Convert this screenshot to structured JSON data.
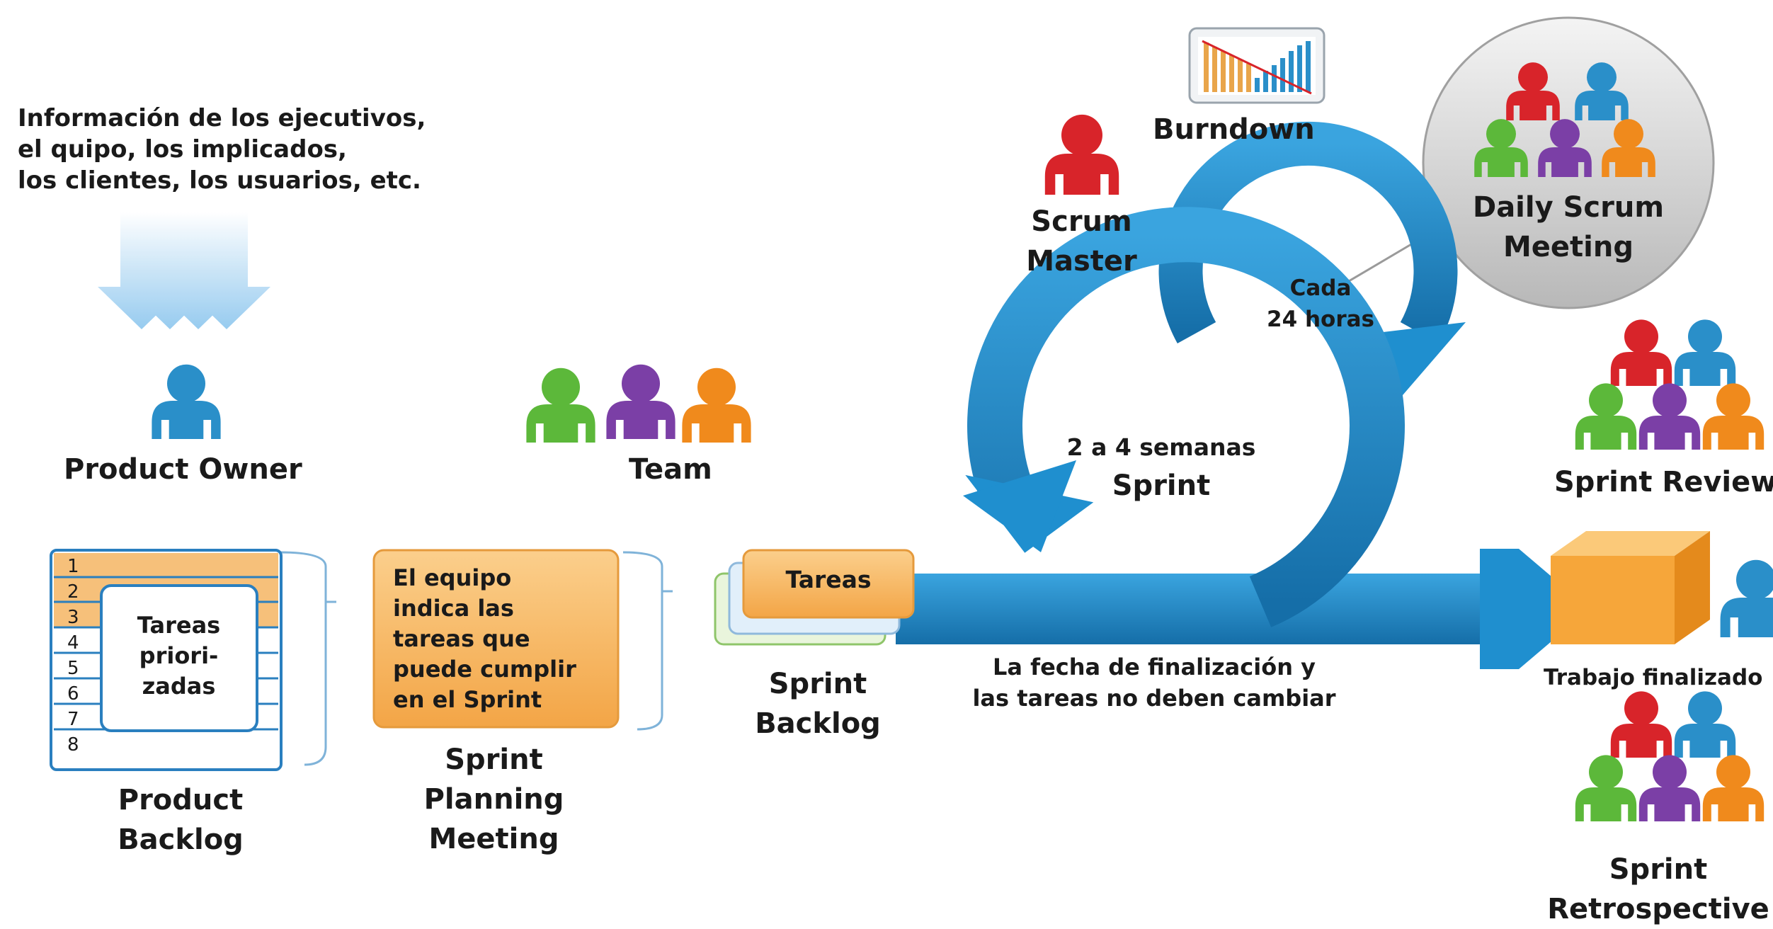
{
  "stakeholders": {
    "line1": "Información de los ejecutivos,",
    "line2": "el quipo, los implicados,",
    "line3": "los clientes, los usuarios, etc."
  },
  "product_owner": {
    "label": "Product Owner"
  },
  "team": {
    "label": "Team"
  },
  "scrum_master": {
    "line1": "Scrum",
    "line2": "Master"
  },
  "burndown": {
    "label": "Burndown"
  },
  "daily_scrum": {
    "line1": "Daily Scrum",
    "line2": "Meeting"
  },
  "daily_cycle": {
    "line1": "Cada",
    "line2": "24 horas"
  },
  "sprint_cycle": {
    "line1": "2 a 4 semanas",
    "line2": "Sprint"
  },
  "product_backlog": {
    "rows": [
      "1",
      "2",
      "3",
      "4",
      "5",
      "6",
      "7",
      "8"
    ],
    "card_line1": "Tareas",
    "card_line2": "priori-",
    "card_line3": "zadas",
    "label_line1": "Product",
    "label_line2": "Backlog"
  },
  "planning": {
    "card_line1": "El equipo",
    "card_line2": "indica las",
    "card_line3": "tareas que",
    "card_line4": "puede cumplir",
    "card_line5": "en el Sprint",
    "label_line1": "Sprint",
    "label_line2": "Planning",
    "label_line3": "Meeting"
  },
  "sprint_backlog": {
    "card": "Tareas",
    "label_line1": "Sprint",
    "label_line2": "Backlog"
  },
  "constraint": {
    "line1": "La fecha de finalización y",
    "line2": "las tareas no deben cambiar"
  },
  "sprint_review": {
    "label": "Sprint Review"
  },
  "finished": {
    "label": "Trabajo finalizado"
  },
  "retrospective": {
    "line1": "Sprint",
    "line2": "Retrospective"
  },
  "colors": {
    "arrow_blue": "#1f8fcf",
    "arrow_dark": "#1670a8",
    "orange_card": "#f6b96a",
    "red_person": "#d8242a",
    "green_person": "#5cb83a",
    "purple_person": "#7b3fa6",
    "orange_person": "#f08a1c",
    "blue_person": "#2a8fc9"
  }
}
